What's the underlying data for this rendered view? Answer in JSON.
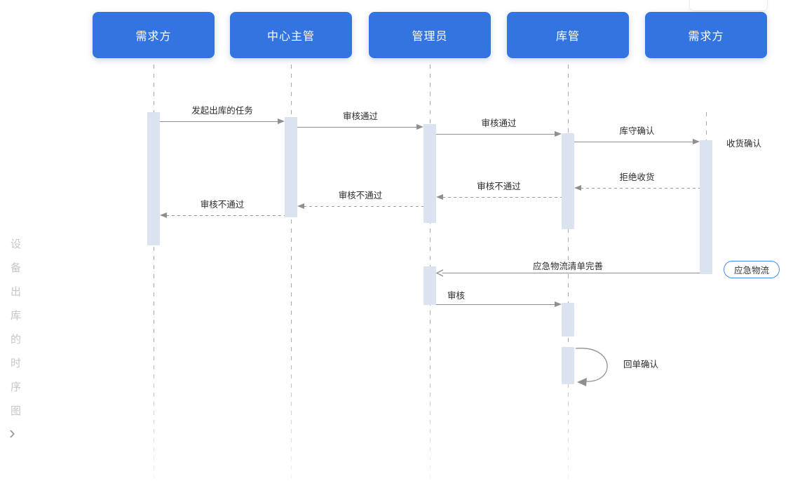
{
  "sidebar": {
    "title": "设备出库的时序图",
    "chevron": "›"
  },
  "colors": {
    "actor_fill": "#3374e0",
    "actor_text": "#ffffff",
    "activation_fill": "#dbe3f0",
    "line": "#8f8f8f",
    "lifeline": "#a8a8a8",
    "label_text": "#2d2d2d",
    "node_border": "#4a86f5",
    "sidebar_text": "#c6c6c6"
  },
  "diagram": {
    "actors": [
      {
        "label": "需求方"
      },
      {
        "label": "中心主管"
      },
      {
        "label": "管理员"
      },
      {
        "label": "库管"
      },
      {
        "label": "需求方"
      }
    ],
    "messages": [
      {
        "label": "发起出库的任务",
        "from": "需求方",
        "to": "中心主管",
        "style": "solid"
      },
      {
        "label": "审核通过",
        "from": "中心主管",
        "to": "管理员",
        "style": "solid"
      },
      {
        "label": "审核通过",
        "from": "管理员",
        "to": "库管",
        "style": "solid"
      },
      {
        "label": "库守确认",
        "from": "库管",
        "to": "需求方",
        "style": "solid"
      },
      {
        "label": "收货确认",
        "from": "需求方",
        "to": "需求方",
        "style": "note"
      },
      {
        "label": "拒绝收货",
        "from": "需求方",
        "to": "库管",
        "style": "dashed"
      },
      {
        "label": "审核不通过",
        "from": "库管",
        "to": "管理员",
        "style": "dashed"
      },
      {
        "label": "审核不通过",
        "from": "管理员",
        "to": "中心主管",
        "style": "dashed"
      },
      {
        "label": "审核不通过",
        "from": "中心主管",
        "to": "需求方",
        "style": "dashed"
      },
      {
        "label": "应急物流清单完善",
        "from": "需求方",
        "to": "管理员",
        "style": "solid-open"
      },
      {
        "label": "审核",
        "from": "管理员",
        "to": "库管",
        "style": "solid"
      },
      {
        "label": "回单确认",
        "from": "库管",
        "to": "库管",
        "style": "self"
      }
    ],
    "node": {
      "label": "应急物流"
    }
  }
}
